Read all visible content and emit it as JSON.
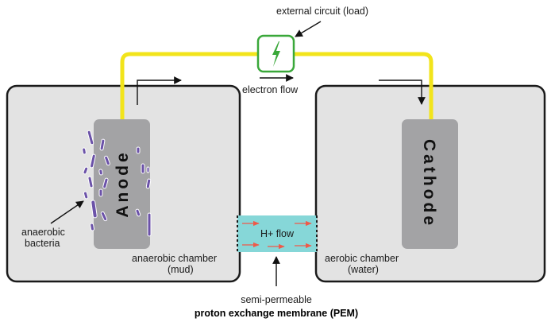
{
  "labels": {
    "external_circuit": "external circuit (load)",
    "electron_flow": "electron flow",
    "anode": "Anode",
    "cathode": "Cathode",
    "anaerobic_bacteria_line1": "anaerobic",
    "anaerobic_bacteria_line2": "bacteria",
    "anaerobic_chamber_line1": "anaerobic chamber",
    "anaerobic_chamber_line2": "(mud)",
    "aerobic_chamber_line1": "aerobic chamber",
    "aerobic_chamber_line2": "(water)",
    "h_flow": "H+ flow",
    "pem_line1": "semi-permeable",
    "pem_line2": "proton exchange membrane (PEM)"
  },
  "colors": {
    "wire": "#f2e41b",
    "chamber_fill": "#e3e3e3",
    "chamber_stroke": "#1a1a1a",
    "electrode_fill": "#a3a3a5",
    "bacteria": "#6b52a8",
    "load_stroke": "#3aa83a",
    "pem_fill": "#86d7d8",
    "h_arrow": "#ee5a4a"
  },
  "icons": {
    "load": "lightning-bolt-icon"
  }
}
